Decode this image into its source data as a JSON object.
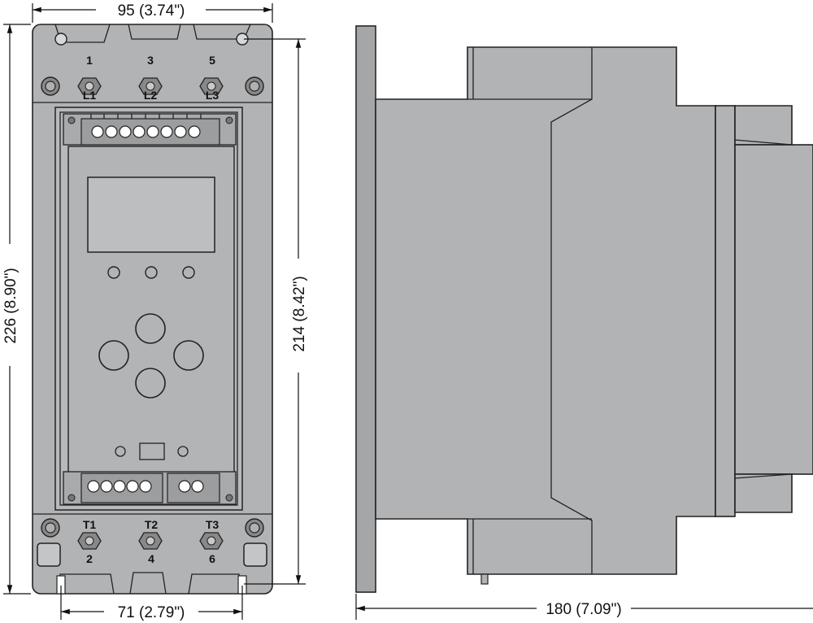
{
  "dimensions": {
    "front_width": "95 (3.74\")",
    "front_height": "226 (8.90\")",
    "mounting_height": "214 (8.42\")",
    "mounting_width": "71 (2.79\")",
    "side_depth": "180 (7.09\")"
  },
  "line_terminals": [
    {
      "number": "1",
      "label": "L1"
    },
    {
      "number": "3",
      "label": "L2"
    },
    {
      "number": "5",
      "label": "L3"
    }
  ],
  "load_terminals": [
    {
      "label": "T1",
      "number": "2"
    },
    {
      "label": "T2",
      "number": "4"
    },
    {
      "label": "T3",
      "number": "6"
    }
  ]
}
